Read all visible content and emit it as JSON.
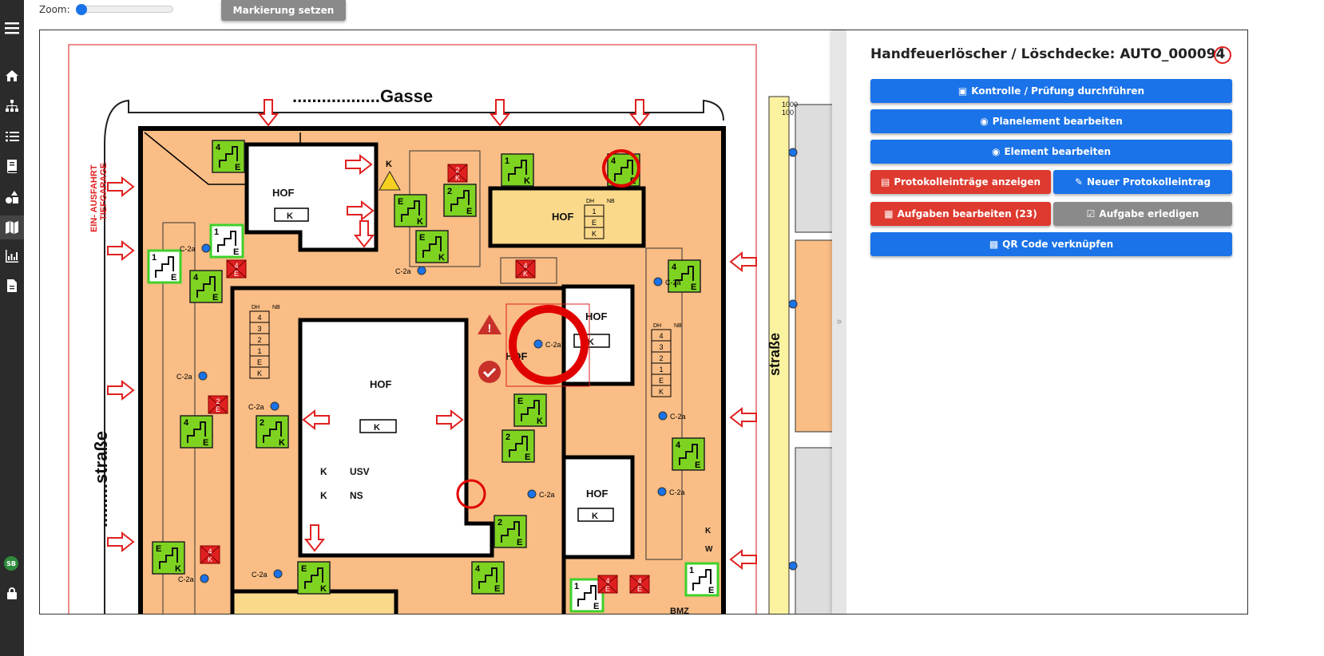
{
  "toolbar": {
    "zoom_label": "Zoom:",
    "zoom_value": 0,
    "mark_button": "Markierung setzen"
  },
  "sidebar": {
    "items": [
      "menu",
      "home",
      "hierarchy",
      "checklist",
      "book",
      "shapes",
      "map",
      "chart",
      "document"
    ],
    "avatar": "SB",
    "lock": "lock"
  },
  "panel": {
    "title": "Handfeuerlöscher / Löschdecke: AUTO_000094",
    "toggle": "»",
    "status_color": "#e02020",
    "buttons": {
      "inspect": "Kontrolle / Prüfung durchführen",
      "edit_plan_element": "Planelement bearbeiten",
      "edit_element": "Element bearbeiten",
      "show_log": "Protokolleinträge anzeigen",
      "new_log": "Neuer Protokolleintrag",
      "edit_tasks": "Aufgaben bearbeiten (23)",
      "complete_task": "Aufgabe erledigen",
      "link_qr": "QR Code verknüpfen"
    }
  },
  "map": {
    "street_top": "..................Gasse",
    "street_left": ".........straße",
    "street_right": "straße",
    "garage": [
      "EIN- AUSFAHRT",
      "TIEFGARAGE"
    ],
    "hof": "HOF",
    "k": "K",
    "usv": "USV",
    "ns": "NS",
    "extinguisher": "C-2a",
    "scale": [
      "1000",
      "100"
    ],
    "bmz": "BMZ",
    "valve": [
      "K",
      "W"
    ],
    "table_header": [
      "DH",
      "NB"
    ],
    "stairs_left": [
      "4",
      "3",
      "2",
      "1",
      "E",
      "K"
    ],
    "stairs_right": [
      "4",
      "3",
      "2",
      "1",
      "E",
      "K"
    ],
    "stairs_top": [
      "1",
      "E",
      "K"
    ],
    "signs": [
      [
        "4",
        "E"
      ],
      [
        "1",
        "K"
      ],
      [
        "4",
        "E"
      ],
      [
        "E",
        "K"
      ],
      [
        "2",
        "E"
      ],
      [
        "E",
        "K"
      ],
      [
        "1",
        "E"
      ],
      [
        "1",
        "E"
      ],
      [
        "4",
        "E"
      ],
      [
        "4",
        "E"
      ],
      [
        "4",
        "E"
      ],
      [
        "2",
        "K"
      ],
      [
        "E",
        "K"
      ],
      [
        "2",
        "E"
      ],
      [
        "4",
        "E"
      ],
      [
        "2",
        "E"
      ],
      [
        "E",
        "K"
      ],
      [
        "E",
        "K"
      ],
      [
        "4",
        "E"
      ],
      [
        "1",
        "E"
      ],
      [
        "1",
        "E"
      ]
    ],
    "red_signs": [
      [
        "2",
        "K"
      ],
      [
        "4",
        "K"
      ],
      [
        "2",
        "E"
      ],
      [
        "4",
        "K"
      ],
      [
        "4",
        "E"
      ],
      [
        "4",
        "E"
      ],
      [
        "4",
        "E"
      ]
    ]
  },
  "colors": {
    "accent": "#1a73e8",
    "danger": "#de3a2f",
    "building": "#f9bd85",
    "sign": "#7ed321"
  }
}
